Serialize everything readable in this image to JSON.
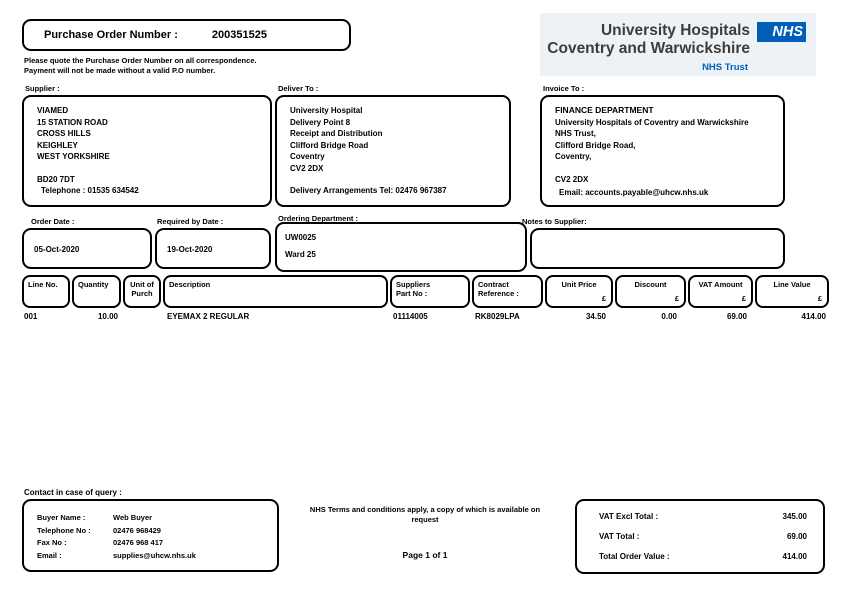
{
  "header": {
    "po_label": "Purchase Order Number :",
    "po_number": "200351525",
    "note_line1": "Please quote the Purchase Order Number on all correspondence.",
    "note_line2": "Payment will not be made without a valid P.O number.",
    "trust_name_line1": "University Hospitals",
    "trust_name_line2": "Coventry and Warwickshire",
    "nhs_logo": "NHS",
    "nhs_trust": "NHS Trust",
    "nhs_blue": "#005EB8"
  },
  "supplier": {
    "label": "Supplier :",
    "lines": [
      "VIAMED",
      "15 STATION ROAD",
      "CROSS HILLS",
      "KEIGHLEY",
      "WEST YORKSHIRE"
    ],
    "postcode": "BD20 7DT",
    "telephone": "Telephone : 01535 634542"
  },
  "deliver_to": {
    "label": "Deliver To :",
    "lines": [
      "University Hospital",
      "Delivery Point 8",
      "Receipt and Distribution",
      "Clifford Bridge Road",
      "Coventry",
      "CV2 2DX"
    ],
    "arrangements": "Delivery Arrangements Tel: 02476 967387"
  },
  "invoice_to": {
    "label": "Invoice To :",
    "lines": [
      "FINANCE DEPARTMENT",
      "University Hospitals of Coventry and Warwickshire",
      "NHS Trust,",
      "Clifford Bridge Road,",
      "Coventry,"
    ],
    "postcode": "CV2 2DX",
    "email": "Email: accounts.payable@uhcw.nhs.uk"
  },
  "order_info": {
    "order_date_label": "Order Date :",
    "order_date": "05-Oct-2020",
    "required_by_label": "Required by Date :",
    "required_by": "19-Oct-2020",
    "ordering_dept_label": "Ordering Department :",
    "ordering_dept_code": "UW0025",
    "ordering_dept_name": "Ward 25",
    "notes_label": "Notes to Supplier:",
    "notes": ""
  },
  "line_items": {
    "headers": [
      {
        "label": "Line No.",
        "currency": ""
      },
      {
        "label": "Quantity",
        "currency": ""
      },
      {
        "label": "Unit of Purch",
        "currency": ""
      },
      {
        "label": "Description",
        "currency": ""
      },
      {
        "label": "Suppliers Part No :",
        "currency": ""
      },
      {
        "label": "Contract Reference :",
        "currency": ""
      },
      {
        "label": "Unit Price",
        "currency": "£"
      },
      {
        "label": "Discount",
        "currency": "£"
      },
      {
        "label": "VAT Amount",
        "currency": "£"
      },
      {
        "label": "Line Value",
        "currency": "£"
      }
    ],
    "rows": [
      {
        "line_no": "001",
        "quantity": "10.00",
        "unit_of_purch": "",
        "description": "EYEMAX 2 REGULAR",
        "suppliers_part_no": "01114005",
        "contract_reference": "RK8029LPA",
        "unit_price": "34.50",
        "discount": "0.00",
        "vat_amount": "69.00",
        "line_value": "414.00"
      }
    ]
  },
  "footer": {
    "contact_label": "Contact in case of query :",
    "buyer_name_label": "Buyer Name :",
    "buyer_name": "Web Buyer",
    "telephone_label": "Telephone No :",
    "telephone": "02476 968429",
    "fax_label": "Fax No :",
    "fax": "02476 968 417",
    "email_label": "Email :",
    "email": "supplies@uhcw.nhs.uk",
    "terms": "NHS Terms and conditions apply, a copy of which is available on request",
    "page": "Page 1 of 1",
    "vat_excl_label": "VAT Excl Total :",
    "vat_excl": "345.00",
    "vat_total_label": "VAT Total :",
    "vat_total": "69.00",
    "order_total_label": "Total Order Value :",
    "order_total": "414.00"
  }
}
